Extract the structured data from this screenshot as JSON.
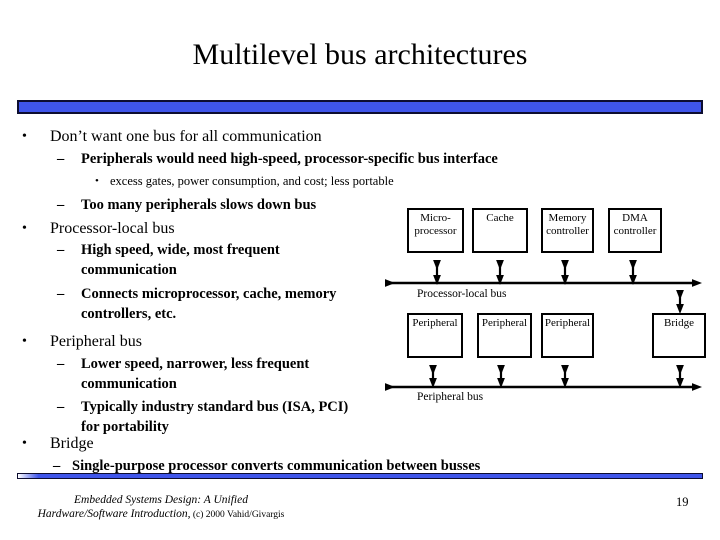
{
  "slide": {
    "title": "Multilevel bus architectures",
    "page_number": "19"
  },
  "colors": {
    "bar_fill": "#3f55ea",
    "bar_border": "#0d0d30"
  },
  "bullets": [
    {
      "marker": "•",
      "lines": [
        "Don’t want one bus for all communication"
      ]
    },
    {
      "marker": "–",
      "lines": [
        "Peripherals would need high-speed, processor-specific bus interface"
      ]
    },
    {
      "marker": "•",
      "lines": [
        "excess gates, power consumption, and cost; less portable"
      ]
    },
    {
      "marker": "–",
      "lines": [
        "Too many peripherals slows down bus"
      ]
    },
    {
      "marker": "•",
      "lines": [
        "Processor-local bus"
      ]
    },
    {
      "marker": "–",
      "lines": [
        "High speed, wide, most frequent",
        "communication"
      ]
    },
    {
      "marker": "–",
      "lines": [
        "Connects microprocessor, cache, memory",
        "controllers, etc."
      ]
    },
    {
      "marker": "•",
      "lines": [
        "Peripheral bus"
      ]
    },
    {
      "marker": "–",
      "lines": [
        "Lower speed, narrower, less frequent",
        "communication"
      ]
    },
    {
      "marker": "–",
      "lines": [
        "Typically industry standard bus (ISA, PCI)",
        "for portability"
      ]
    },
    {
      "marker": "•",
      "lines": [
        "Bridge"
      ]
    },
    {
      "marker": "–",
      "lines": [
        "Single-purpose processor converts communication between busses"
      ]
    }
  ],
  "diagram": {
    "top_row": [
      {
        "lines": [
          "Micro-",
          "processor"
        ]
      },
      {
        "lines": [
          "Cache"
        ]
      },
      {
        "lines": [
          "Memory",
          "controller"
        ]
      },
      {
        "lines": [
          "DMA",
          "controller"
        ]
      }
    ],
    "bottom_row": [
      {
        "lines": [
          "Peripheral"
        ]
      },
      {
        "lines": [
          "Peripheral"
        ]
      },
      {
        "lines": [
          "Peripheral"
        ]
      },
      {
        "lines": [
          "Bridge"
        ]
      }
    ],
    "processor_local_bus_label": "Processor-local bus",
    "peripheral_bus_label": "Peripheral bus"
  },
  "footer": {
    "line1": "Embedded Systems Design: A Unified",
    "line2": "Hardware/Software Introduction,",
    "line2_suffix": " (c) 2000 Vahid/Givargis"
  }
}
